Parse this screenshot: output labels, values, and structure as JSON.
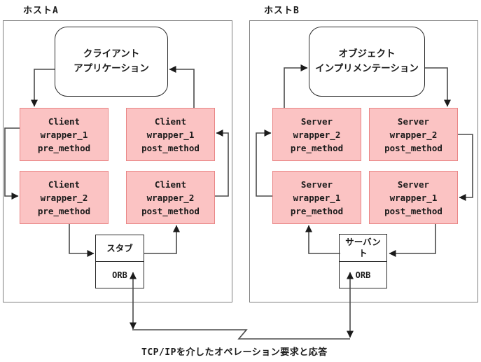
{
  "host_a": {
    "label": "ホストA",
    "application": {
      "line1": "クライアント",
      "line2": "アプリケーション"
    },
    "wrappers": [
      {
        "lines": [
          "Client",
          "wrapper_1",
          "pre_method"
        ]
      },
      {
        "lines": [
          "Client",
          "wrapper_1",
          "post_method"
        ]
      },
      {
        "lines": [
          "Client",
          "wrapper_2",
          "pre_method"
        ]
      },
      {
        "lines": [
          "Client",
          "wrapper_2",
          "post_method"
        ]
      }
    ],
    "stub_label": "スタブ",
    "orb_label": "ORB"
  },
  "host_b": {
    "label": "ホストB",
    "application": {
      "line1": "オブジェクト",
      "line2": "インプリメンテーション"
    },
    "wrappers": [
      {
        "lines": [
          "Server",
          "wrapper_2",
          "pre_method"
        ]
      },
      {
        "lines": [
          "Server",
          "wrapper_2",
          "post_method"
        ]
      },
      {
        "lines": [
          "Server",
          "wrapper_1",
          "pre_method"
        ]
      },
      {
        "lines": [
          "Server",
          "wrapper_1",
          "post_method"
        ]
      }
    ],
    "servant_label": "サーバント",
    "orb_label": "ORB"
  },
  "caption": "TCP/IPを介したオペレーション要求と応答",
  "colors": {
    "wrapper_fill": "#FBC3C3",
    "wrapper_border": "#E98585",
    "line": "#4A4A4A",
    "arrowhead": "#1B1B1B",
    "box_border": "#2B2B2B",
    "host_border": "#7F7F7F"
  }
}
